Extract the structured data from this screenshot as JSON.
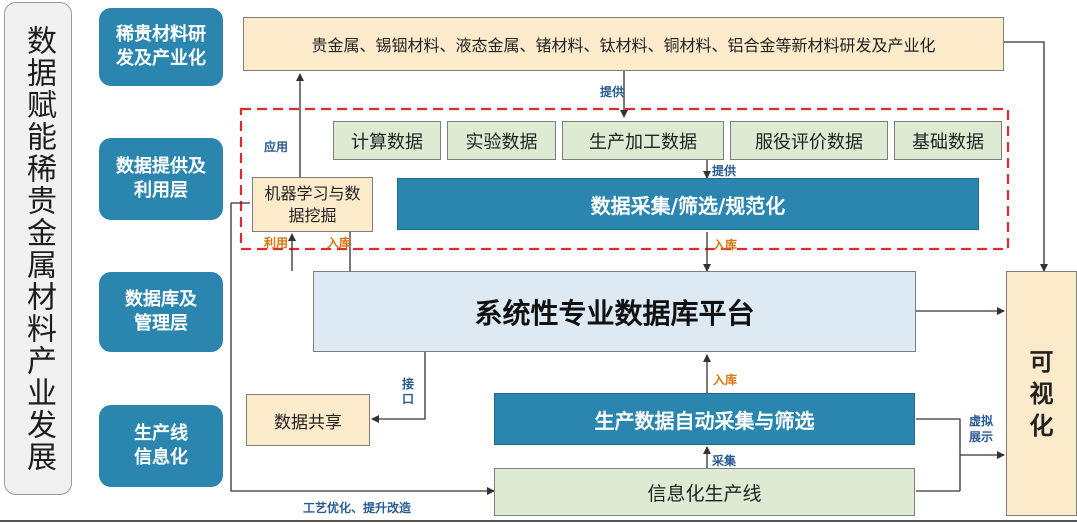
{
  "main_title": "数据赋能稀贵金属材料产业发展",
  "layers": [
    {
      "label": "稀贵材料研发及产业化"
    },
    {
      "label": "数据提供及利用层"
    },
    {
      "label": "数据库及管理层"
    },
    {
      "label": "生产线信息化"
    }
  ],
  "boxes": {
    "rd": "贵金属、锡铟材料、液态金属、锗材料、钛材料、铜材料、铝合金等新材料研发及产业化",
    "calc": "计算数据",
    "exp": "实验数据",
    "prod_data": "生产加工数据",
    "service": "服役评价数据",
    "basic": "基础数据",
    "ml": "机器学习与数据挖掘",
    "collect": "数据采集/筛选/规范化",
    "platform": "系统性专业数据库平台",
    "share": "数据共享",
    "auto": "生产数据自动采集与筛选",
    "line": "信息化生产线",
    "visual": "可视化"
  },
  "labels": {
    "provide1": "提供",
    "apply": "应用",
    "provide2": "提供",
    "use": "利用",
    "store1": "入库",
    "store2": "入库",
    "interface": "接口",
    "store3": "入库",
    "virtual": "虚拟展示",
    "gather": "采集",
    "optimize": "工艺优化、提升改造"
  },
  "colors": {
    "accent_blue": "#2a86ae",
    "beige": "#fcebcb",
    "green": "#dcebd2",
    "pale_blue": "#dde9f3",
    "dashed_red": "#e02b2b",
    "label_orange": "#d9730d",
    "label_blue": "#2a5b93"
  }
}
